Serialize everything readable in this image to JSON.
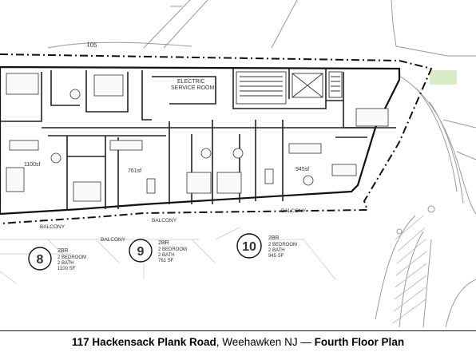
{
  "plan": {
    "street_number": "105",
    "service_room": [
      "ELECTRIC",
      "SERVICE ROOM"
    ],
    "units": [
      {
        "number": "8",
        "type": "2BR",
        "lines": [
          "2 BEDROOM",
          "2 BATH",
          "1100 SF"
        ],
        "area": "1100sf"
      },
      {
        "number": "9",
        "type": "2BR",
        "lines": [
          "2 BEDROOM",
          "2 BATH",
          "761 SF"
        ],
        "area": "761sf"
      },
      {
        "number": "10",
        "type": "2BR",
        "lines": [
          "2 BEDROOM",
          "2 BATH",
          "945 SF"
        ],
        "area": "945sf"
      }
    ],
    "balcony_labels": [
      "BALCONY",
      "BALCONY",
      "BALCONY",
      "BALCONY"
    ]
  },
  "caption": {
    "address": "117 Hackensack Plank Road",
    "city": ", Weehawken NJ — ",
    "floor": "Fourth Floor Plan"
  }
}
